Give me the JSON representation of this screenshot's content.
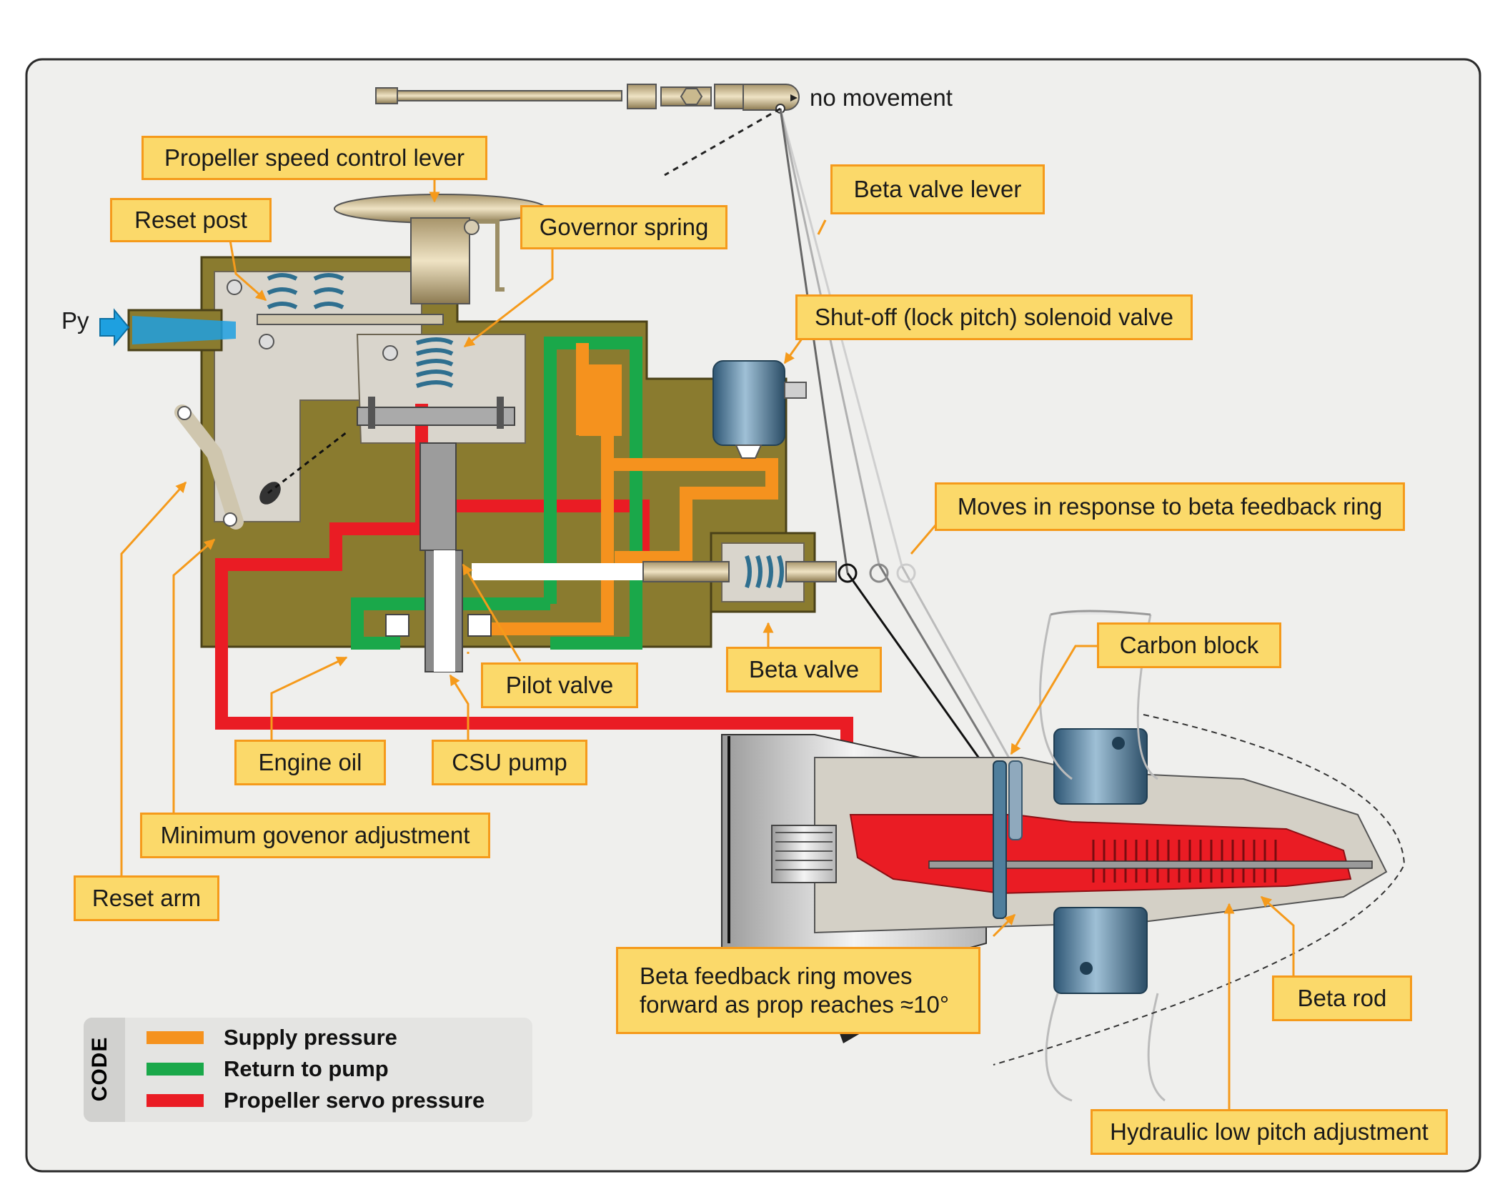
{
  "labels": {
    "no_movement": "no movement",
    "py": "Py",
    "propeller_speed_control_lever": "Propeller speed control lever",
    "reset_post": "Reset post",
    "governor_spring": "Governor spring",
    "beta_valve_lever": "Beta valve lever",
    "shutoff_solenoid": "Shut-off (lock pitch) solenoid valve",
    "moves_in_response": "Moves in response to beta feedback ring",
    "carbon_block": "Carbon block",
    "beta_valve": "Beta valve",
    "pilot_valve": "Pilot valve",
    "engine_oil": "Engine oil",
    "csu_pump": "CSU pump",
    "minimum_governor_adjustment": "Minimum govenor adjustment",
    "reset_arm": "Reset arm",
    "beta_feedback_line1": "Beta feedback ring moves",
    "beta_feedback_line2": "forward as prop reaches  ≈10°",
    "beta_rod": "Beta rod",
    "hydraulic_low_pitch": "Hydraulic low pitch adjustment"
  },
  "legend": {
    "title": "CODE",
    "items": [
      {
        "label": "Supply pressure",
        "color": "#f5921e"
      },
      {
        "label": "Return to pump",
        "color": "#1aa84a"
      },
      {
        "label": "Propeller servo pressure",
        "color": "#ea1c24"
      }
    ]
  },
  "colors": {
    "background_panel": "#efefed",
    "housing": "#8a7b2f",
    "housing_light": "#d9d5cc",
    "supply": "#f5921e",
    "return": "#1aa84a",
    "servo": "#ea1c24",
    "callout_fill": "#fbd96a",
    "callout_border": "#f59a1b",
    "solenoid": "#4f7e9c",
    "py_arrow": "#1ea0e0"
  }
}
